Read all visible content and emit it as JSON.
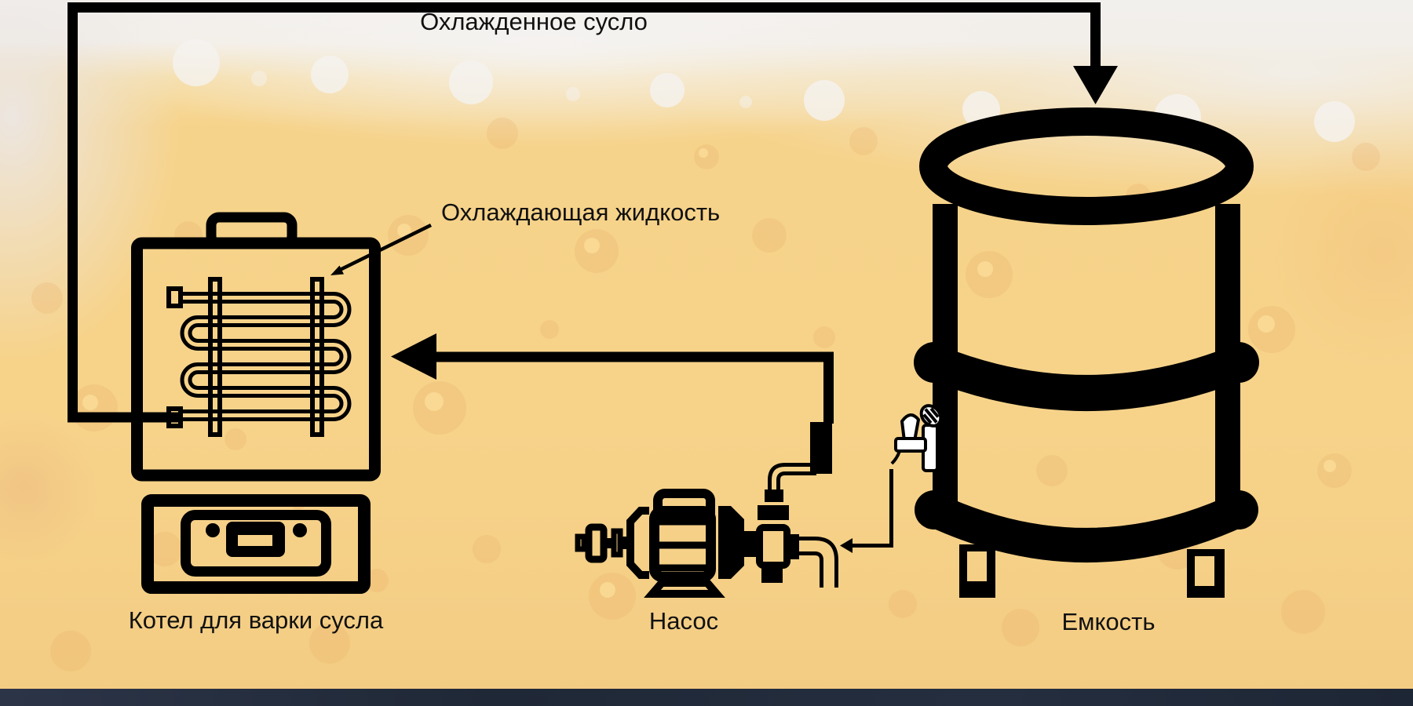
{
  "labels": {
    "cooled_wort": "Охлажденное сусло",
    "cooling_liquid": "Охлаждающая жидкость",
    "kettle": "Котел для варки сусла",
    "pump": "Насос",
    "tank": "Емкость"
  },
  "colors": {
    "line": "#000000",
    "text": "#111111",
    "background_gold": "#f6d38b",
    "foam_white": "#f2f0ee",
    "bottom_strip": "#232d3d",
    "tap_fill": "#ffffff"
  },
  "icons": {
    "kettle": "wort-boiling-kettle-icon",
    "coil": "cooling-coil-icon",
    "pump": "centrifugal-pump-icon",
    "tank": "barrel-tank-icon",
    "tap": "beer-tap-icon",
    "arrows": "flow-arrow-icons"
  }
}
